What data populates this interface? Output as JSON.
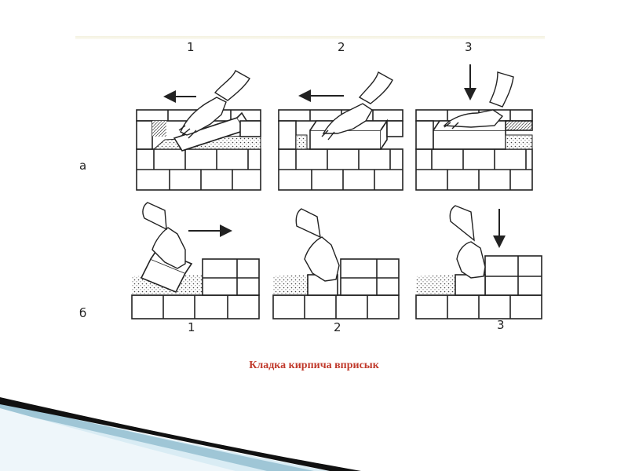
{
  "figure": {
    "row_labels": {
      "a": "а",
      "b": "б"
    },
    "top_step_labels": [
      "1",
      "2",
      "3"
    ],
    "bottom_step_labels": [
      "1",
      "2",
      "3"
    ]
  },
  "caption": "Кладка кирпича вприсык",
  "colors": {
    "caption": "#c0392b",
    "line": "#222222",
    "mortar_fill": "#e8e8e8"
  },
  "icons": [
    "hand-icon",
    "arrow-left-icon",
    "arrow-right-icon",
    "arrow-down-icon"
  ]
}
